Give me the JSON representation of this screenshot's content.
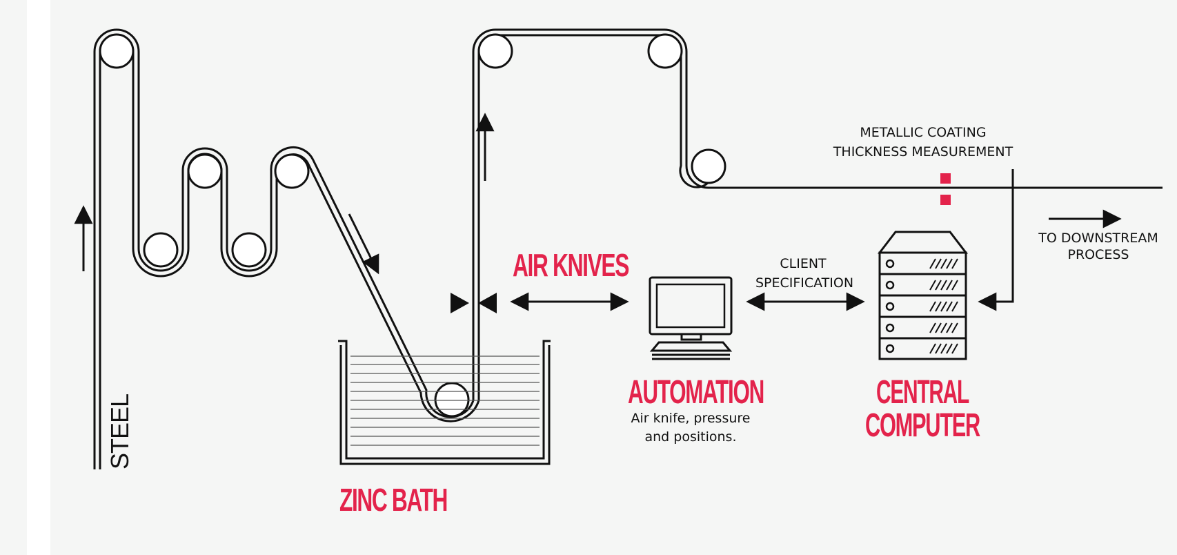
{
  "labels": {
    "steel": "STEEL",
    "zinc_bath": "ZINC BATH",
    "air_knives": "AIR KNIVES",
    "automation": "AUTOMATION",
    "automation_desc_1": "Air knife, pressure",
    "automation_desc_2": "and positions.",
    "central_computer_1": "CENTRAL",
    "central_computer_2": "COMPUTER",
    "client_spec_1": "CLIENT",
    "client_spec_2": "SPECIFICATION",
    "measurement_1": "METALLIC COATING",
    "measurement_2": "THICKNESS MEASUREMENT",
    "downstream_1": "TO DOWNSTREAM",
    "downstream_2": "PROCESS"
  },
  "colors": {
    "accent": "#e3234b",
    "line": "#111111",
    "background": "#f5f6f5"
  },
  "icons": [
    "computer-monitor-icon",
    "server-rack-icon",
    "air-knife-nozzle-icon"
  ]
}
